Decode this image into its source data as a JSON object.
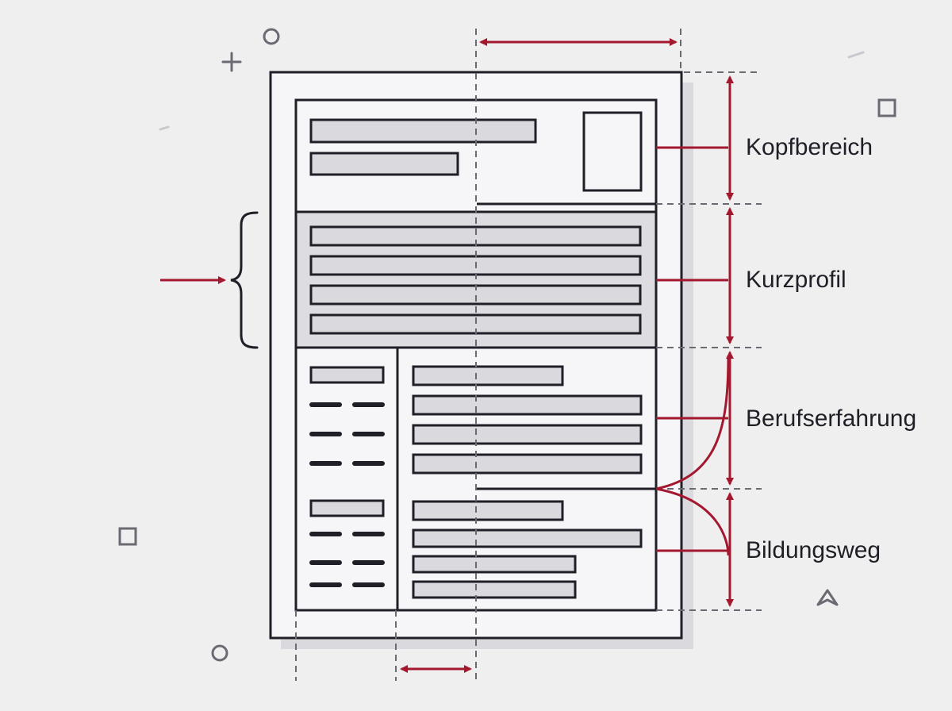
{
  "labels": {
    "header": "Kopfbereich",
    "profile": "Kurzprofil",
    "experience": "Berufserfahrung",
    "education": "Bildungsweg"
  },
  "colors": {
    "accent": "#a3182e",
    "ink": "#1f1f27",
    "placeholder_fill": "#d9d9de",
    "highlight_band": "#dcdce1",
    "paper": "#f6f6f8",
    "background": "#efeff0",
    "guide": "#6a6a72"
  },
  "icons": [
    "plus-icon",
    "circle-icon",
    "square-icon",
    "triangle-icon"
  ]
}
